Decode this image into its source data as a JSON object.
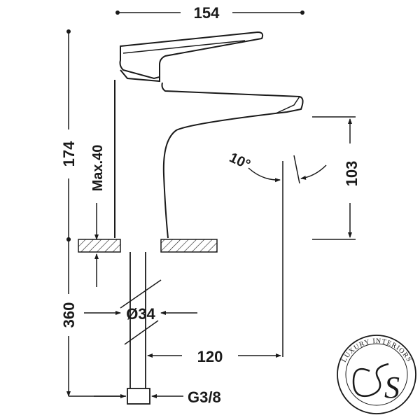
{
  "dimensions": {
    "top_width": "154",
    "total_height": "174",
    "max_deck": "Max.40",
    "spout_height": "103",
    "swivel_angle": "10°",
    "shank_length": "360",
    "base_diameter": "Ø34",
    "spout_reach": "120",
    "connection": "G3/8"
  },
  "logo": {
    "text": "LUXURY INTERIORS",
    "monogram": "S"
  }
}
